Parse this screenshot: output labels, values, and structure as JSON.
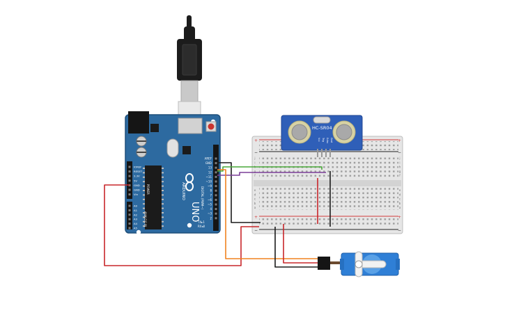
{
  "arduino": {
    "model": "UNO",
    "brand": "ARDUINO",
    "section_digital": "DIGITAL (PWM~)",
    "section_power": "POWER",
    "section_analog": "ANALOG IN",
    "tx_label": "TX▸1",
    "rx_label": "RX◂0",
    "header_pins": [
      "AREF",
      "GND",
      "13",
      "12",
      "~11",
      "~10",
      "~9",
      "8",
      "7",
      "~6",
      "~5",
      "4",
      "~3",
      "2"
    ],
    "power_pins": [
      "IOREF",
      "RESET",
      "3.3V",
      "5V",
      "GND",
      "GND",
      "Vin"
    ],
    "analog_pins": [
      "A0",
      "A1",
      "A2",
      "A3",
      "A4",
      "A5"
    ],
    "colors": {
      "board": "#2d6aa0",
      "board_dark": "#1f4f7a",
      "logo": "#ffffff"
    }
  },
  "usb_cable": {
    "colors": {
      "plug": "#1c1c1c",
      "connector": "#c9c9c9"
    }
  },
  "sensor": {
    "label": "HC-SR04",
    "pin_labels": [
      "Vcc",
      "Trig",
      "Echo",
      "Gnd"
    ],
    "colors": {
      "body": "#2f5fb8",
      "transducer": "#d7d2a4"
    }
  },
  "breadboard": {
    "row_letters_top": [
      "j",
      "i",
      "h",
      "g",
      "f"
    ],
    "row_letters_bottom": [
      "e",
      "d",
      "c",
      "b",
      "a"
    ],
    "colors": {
      "body": "#e6e6e6",
      "rail_red": "#d33b3b",
      "rail_black": "#222222"
    }
  },
  "servo": {
    "colors": {
      "body": "#2f7fd6",
      "horn": "#f2f2f2"
    }
  },
  "wires": {
    "colors": {
      "red": "#c8262a",
      "black": "#1a1a1a",
      "orange": "#f0821e",
      "green": "#49a838",
      "purple": "#7c3f98"
    }
  }
}
